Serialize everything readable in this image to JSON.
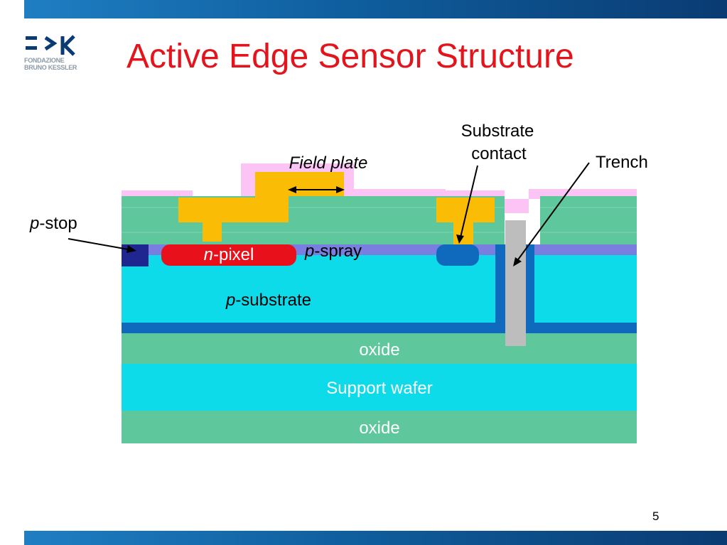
{
  "slide": {
    "title": "Active Edge Sensor Structure",
    "page_number": "5"
  },
  "logo": {
    "name": "FONDAZIONE\nBRUNO KESSLER",
    "mark": "FBK"
  },
  "diagram": {
    "labels": {
      "substrate_contact_line1": "Substrate",
      "substrate_contact_line2": "contact",
      "field_plate": "Field plate",
      "trench": "Trench",
      "p_stop_italic": "p",
      "p_stop_rest": "-stop",
      "n_pixel_italic": "n",
      "n_pixel_rest": "-pixel",
      "p_spray_italic": "p",
      "p_spray_rest": "-spray",
      "p_substrate_italic": "p",
      "p_substrate_rest": "-substrate",
      "oxide_top": "oxide",
      "support_wafer": "Support wafer",
      "oxide_bottom": "oxide"
    },
    "colors": {
      "oxide": "#5ec79b",
      "substrate": "#0ddbea",
      "spray": "#7a7ee0",
      "deep_blue": "#0f69bd",
      "pixel": "#e8101a",
      "metal": "#fbbc06",
      "passivation": "#fbc4f4",
      "trench_fill": "#bdbdbd",
      "p_stop": "#1f2690"
    }
  }
}
